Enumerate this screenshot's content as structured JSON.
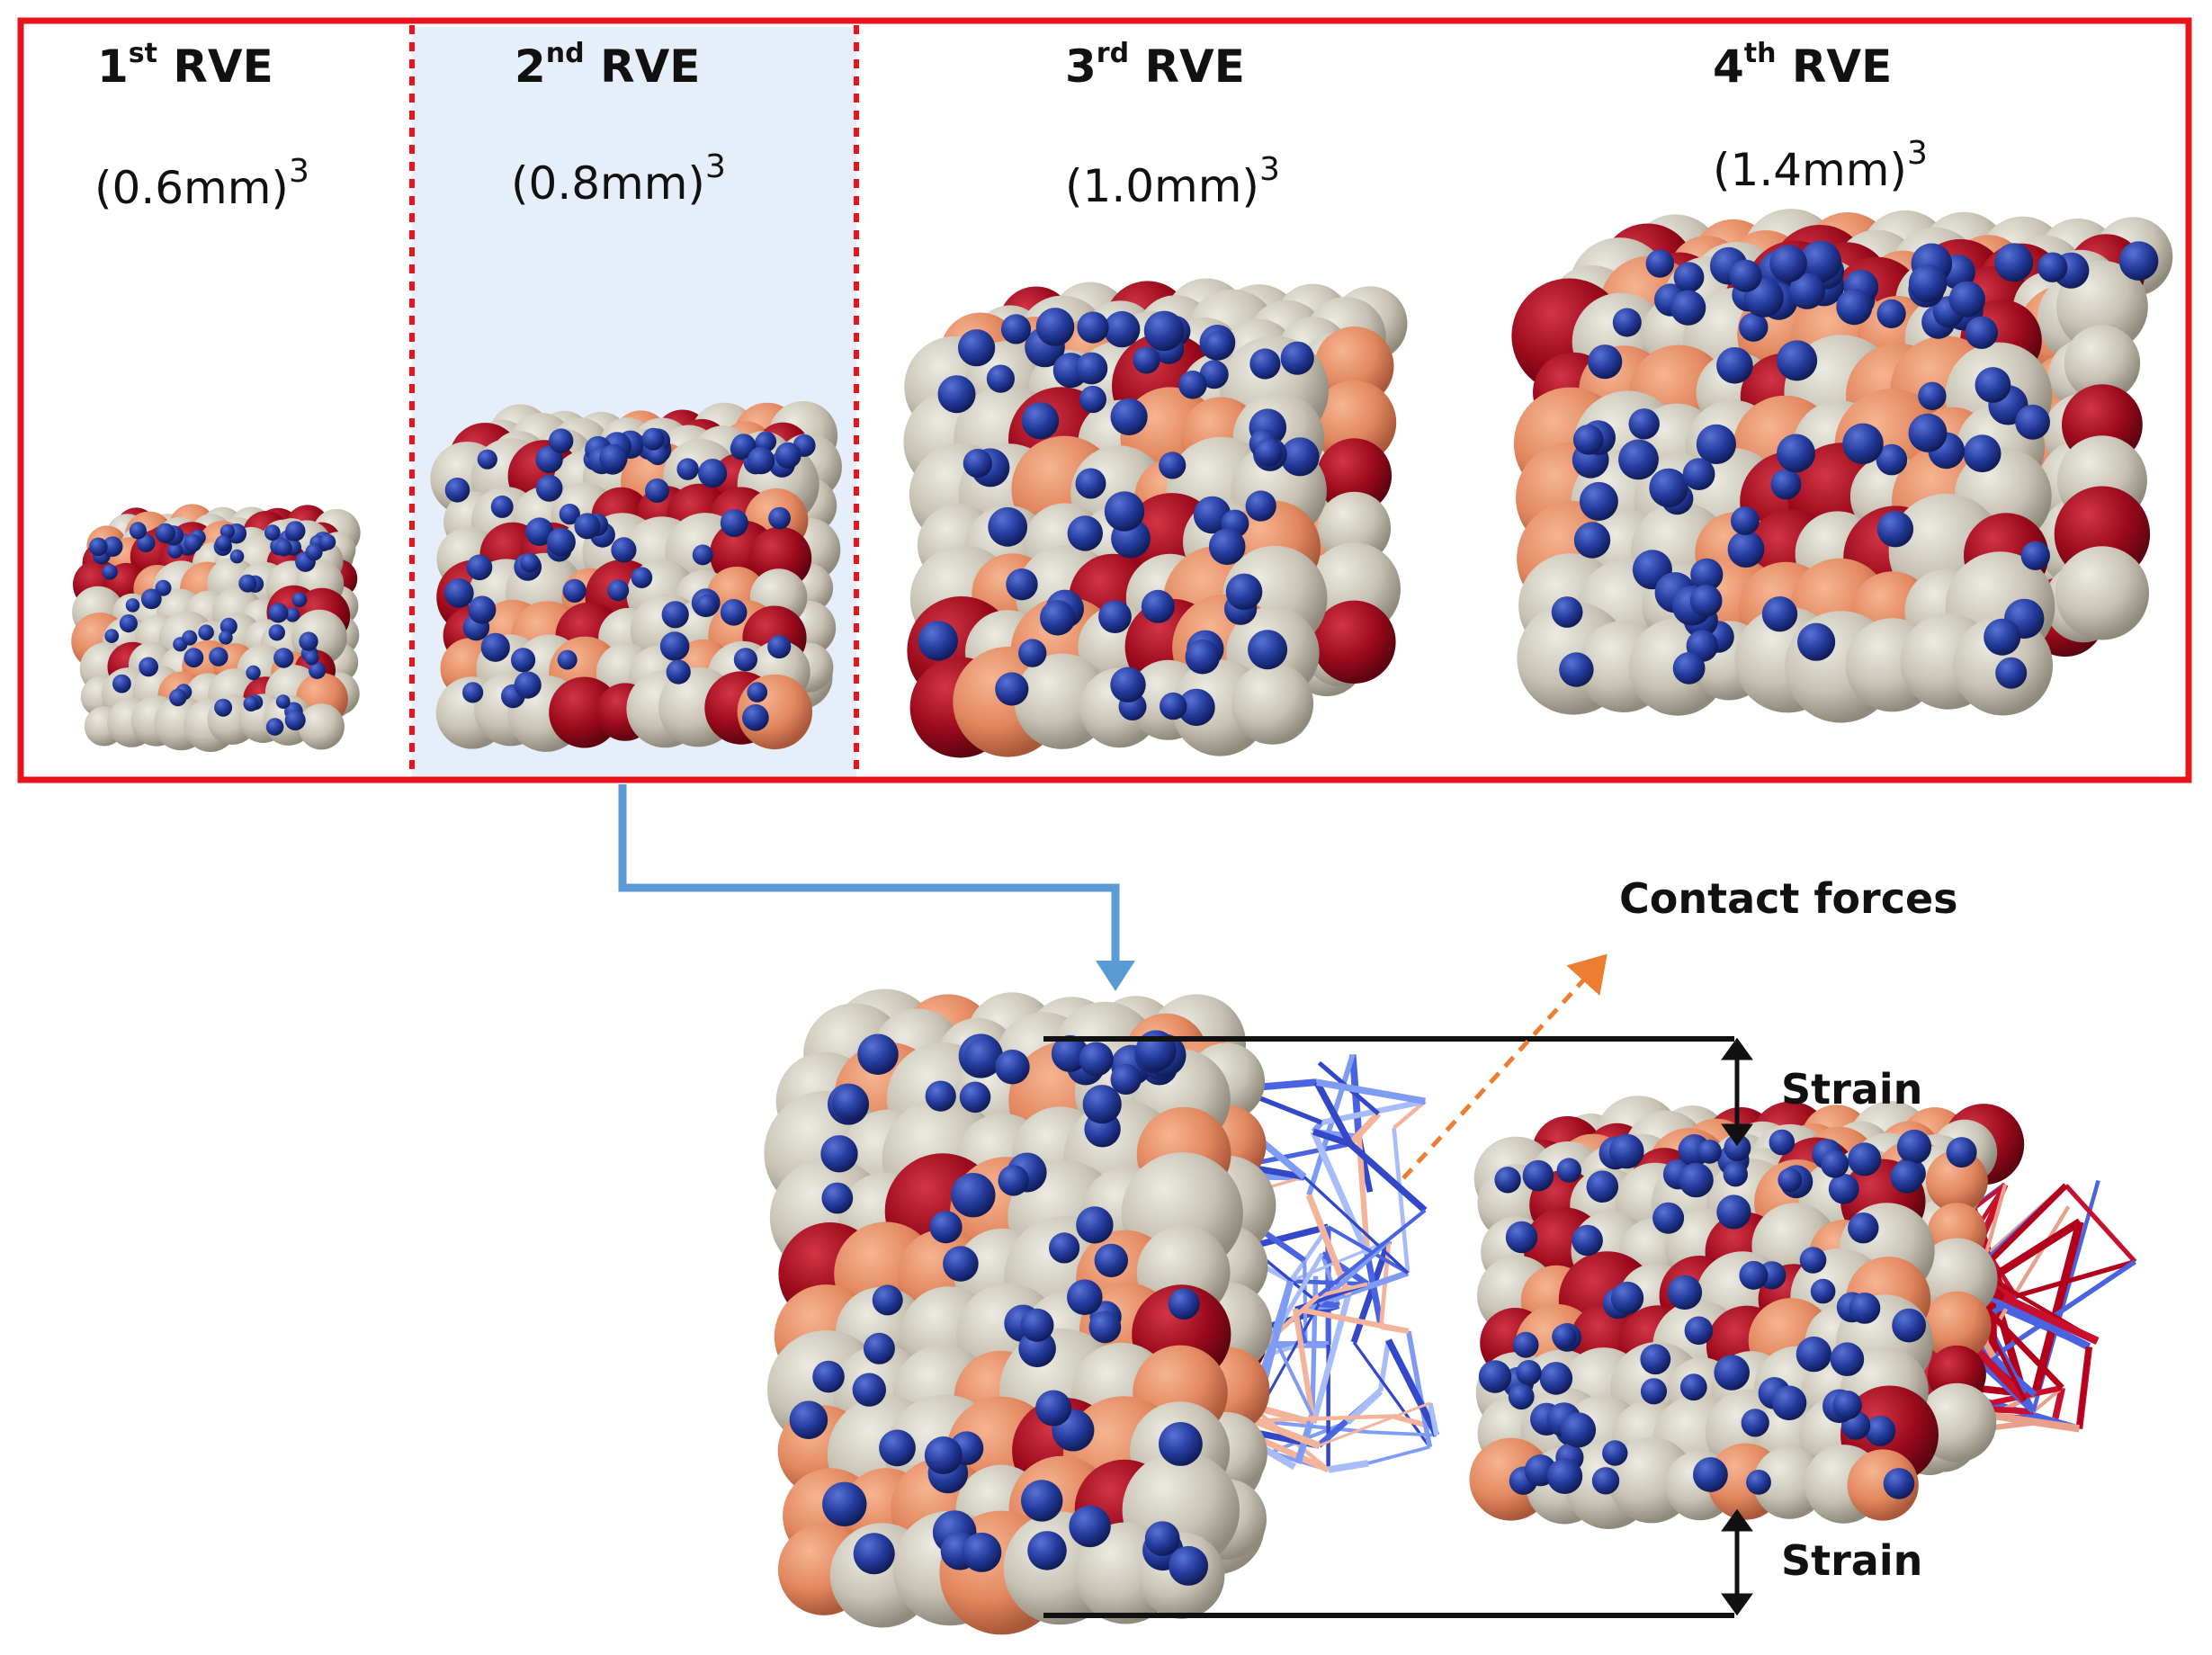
{
  "rves": [
    {
      "ordinal": "1",
      "suffix": "st",
      "name": "RVE",
      "size": "(0.6mm)",
      "exponent": "3"
    },
    {
      "ordinal": "2",
      "suffix": "nd",
      "name": "RVE",
      "size": "(0.8mm)",
      "exponent": "3"
    },
    {
      "ordinal": "3",
      "suffix": "rd",
      "name": "RVE",
      "size": "(1.0mm)",
      "exponent": "3"
    },
    {
      "ordinal": "4",
      "suffix": "th",
      "name": "RVE",
      "size": "(1.4mm)",
      "exponent": "3"
    }
  ],
  "selected_rve_index": 1,
  "annotations": {
    "contact_forces": "Contact forces",
    "strain_top": "Strain",
    "strain_bottom": "Strain"
  },
  "colors": {
    "frame_red": "#e8141c",
    "selected_bg": "#e6eef9",
    "arrow_blue": "#5b9bd5",
    "arrow_orange": "#ed7d31",
    "particle_red": "#9b0a1c",
    "particle_orange": "#e2875f",
    "particle_gray": "#c7c2b3",
    "particle_blue": "#233a9b",
    "force_blue": "#4a63e0",
    "force_red": "#b3001b"
  }
}
